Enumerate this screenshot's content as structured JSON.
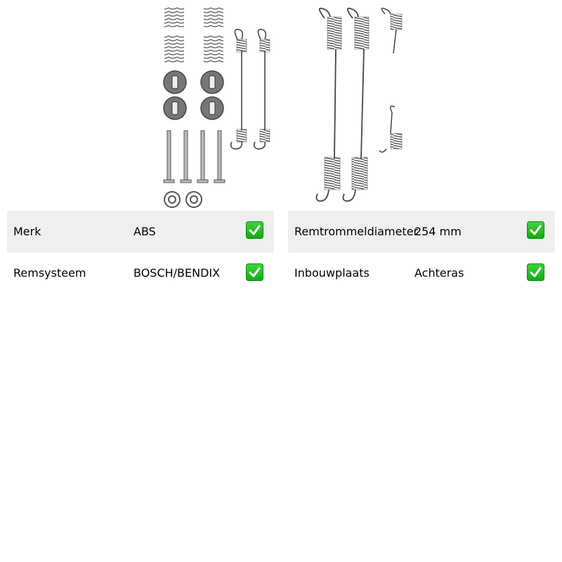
{
  "product_image": {
    "icon": "brake-shoe-spring-kit-image"
  },
  "specs_left": [
    {
      "label": "Merk",
      "value": "ABS"
    },
    {
      "label": "Remsysteem",
      "value": "BOSCH/BENDIX"
    }
  ],
  "specs_right": [
    {
      "label": "Remtrommeldiameter",
      "value": "254 mm"
    },
    {
      "label": "Inbouwplaats",
      "value": "Achteras"
    }
  ],
  "colors": {
    "check": "#22bb22",
    "row_shade": "#efefef"
  }
}
